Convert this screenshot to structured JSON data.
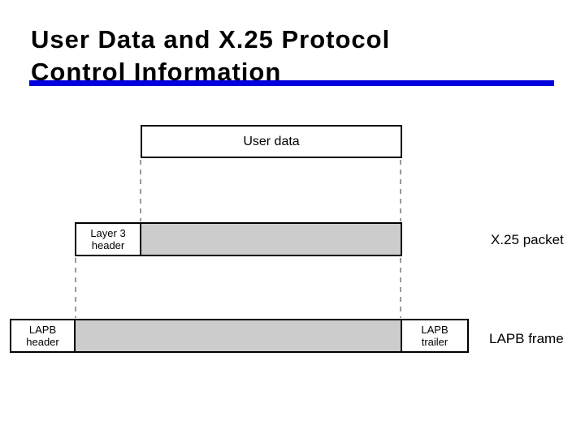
{
  "colors": {
    "accent": "#0000dd",
    "fill_gray": "#cccccc",
    "dash_gray": "#999999",
    "border_black": "#000000"
  },
  "title": {
    "line1": "User Data and X.25 Protocol",
    "line2": "Control Information"
  },
  "diagram": {
    "user_data": {
      "label": "User data"
    },
    "layer3_header": {
      "line1": "Layer 3",
      "line2": "header"
    },
    "lapb_header": {
      "line1": "LAPB",
      "line2": "header"
    },
    "lapb_trailer": {
      "line1": "LAPB",
      "line2": "trailer"
    },
    "side_labels": {
      "x25_packet": "X.25 packet",
      "lapb_frame": "LAPB frame"
    }
  }
}
